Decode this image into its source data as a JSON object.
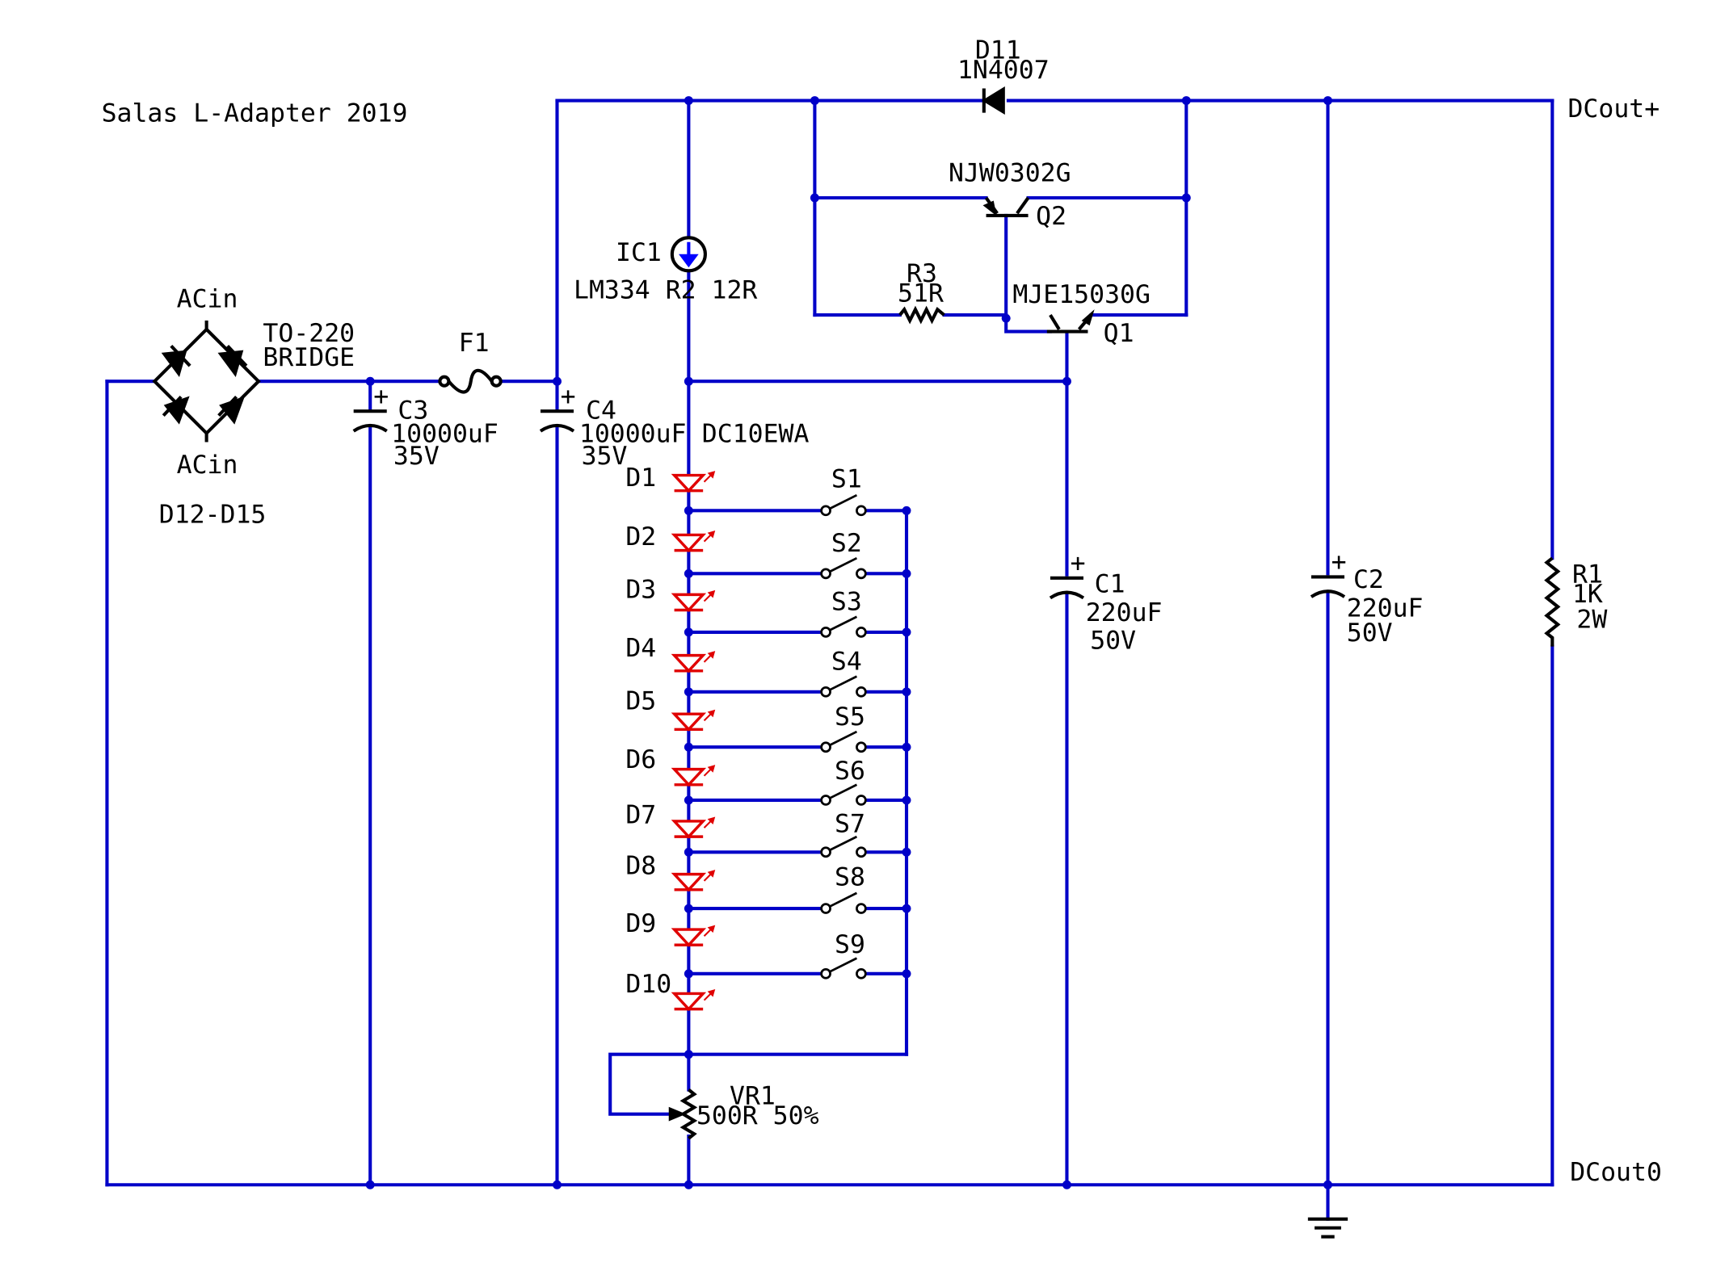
{
  "title": "Salas L-Adapter 2019",
  "labels": {
    "acin_top": "ACin",
    "acin_bottom": "ACin",
    "bridge_pkg": "TO-220",
    "bridge_word": "BRIDGE",
    "bridge_ref": "D12-D15",
    "f1": "F1",
    "c3_ref": "C3",
    "c3_val": "10000uF",
    "c3_volt": "35V",
    "c4_ref": "C4",
    "c4_val": "10000uF",
    "c4_volt": "35V",
    "ic1_ref": "IC1",
    "ic1_desc": "LM334 R2 12R",
    "led_string": "DC10EWA",
    "d11_ref": "D11",
    "d11_val": "1N4007",
    "q2_part": "NJW0302G",
    "q2_ref": "Q2",
    "r3_ref": "R3",
    "r3_val": "51R",
    "q1_part": "MJE15030G",
    "q1_ref": "Q1",
    "c1_ref": "C1",
    "c1_val": "220uF",
    "c1_volt": "50V",
    "c2_ref": "C2",
    "c2_val": "220uF",
    "c2_volt": "50V",
    "r1_ref": "R1",
    "r1_val": "1K",
    "r1_pwr": "2W",
    "vr1_ref": "VR1",
    "vr1_val": "500R 50%",
    "out_pos": "DCout+",
    "out_zero": "DCout0"
  },
  "leds": [
    "D1",
    "D2",
    "D3",
    "D4",
    "D5",
    "D6",
    "D7",
    "D8",
    "D9",
    "D10"
  ],
  "switches": [
    "S1",
    "S2",
    "S3",
    "S4",
    "S5",
    "S6",
    "S7",
    "S8",
    "S9"
  ],
  "colors": {
    "wire": "#0000c8",
    "component": "#000000",
    "led": "#e00000",
    "current_source_arrow": "#0000ff"
  }
}
